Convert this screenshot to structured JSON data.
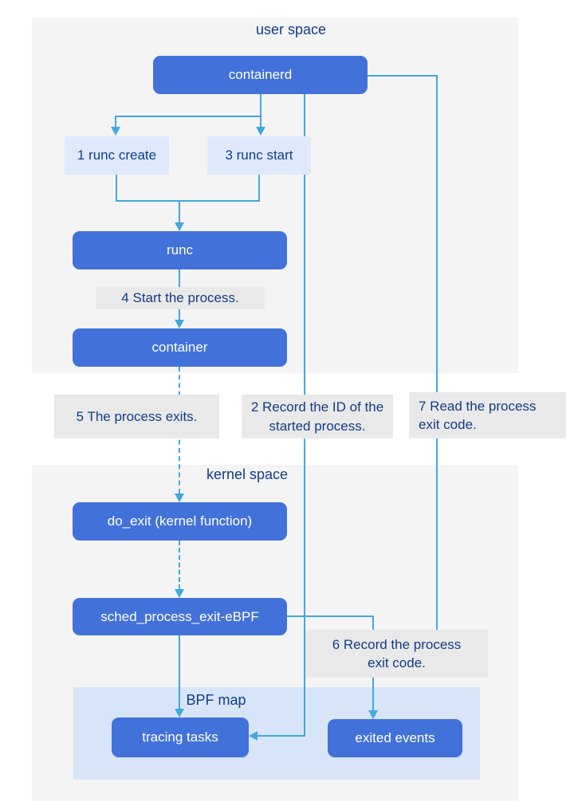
{
  "diagram": {
    "panels": {
      "user_space": {
        "title": "user space"
      },
      "kernel_space": {
        "title": "kernel space"
      },
      "bpf_map": {
        "title": "BPF map"
      }
    },
    "nodes": {
      "containerd": {
        "label": "containerd"
      },
      "runc": {
        "label": "runc"
      },
      "container": {
        "label": "container"
      },
      "do_exit": {
        "label": "do_exit (kernel function)"
      },
      "sched_process_exit": {
        "label": "sched_process_exit-eBPF"
      },
      "tracing_tasks": {
        "label": "tracing tasks"
      },
      "exited_events": {
        "label": "exited events"
      }
    },
    "commands": {
      "runc_create": {
        "label": "1 runc create"
      },
      "runc_start": {
        "label": "3 runc start"
      }
    },
    "step_labels": {
      "step1_order": "1",
      "step2": {
        "text": "2 Record the ID of the started process."
      },
      "step3_order": "3",
      "step4": {
        "text": "4 Start the process."
      },
      "step5": {
        "text": "5 The process exits."
      },
      "step6": {
        "text": "6 Record the process exit code."
      },
      "step7": {
        "text": "7 Read the process exit code."
      }
    },
    "colors": {
      "node_blue": "#4272d9",
      "command_box_blue": "#dfe9fc",
      "bpf_panel_blue": "#d8e5f8",
      "panel_grey": "#f4f4f5",
      "label_grey": "#e9e9ea",
      "connector_cyan": "#41a8e1",
      "text_navy": "#123c87",
      "node_text_white": "#ffffff"
    }
  }
}
